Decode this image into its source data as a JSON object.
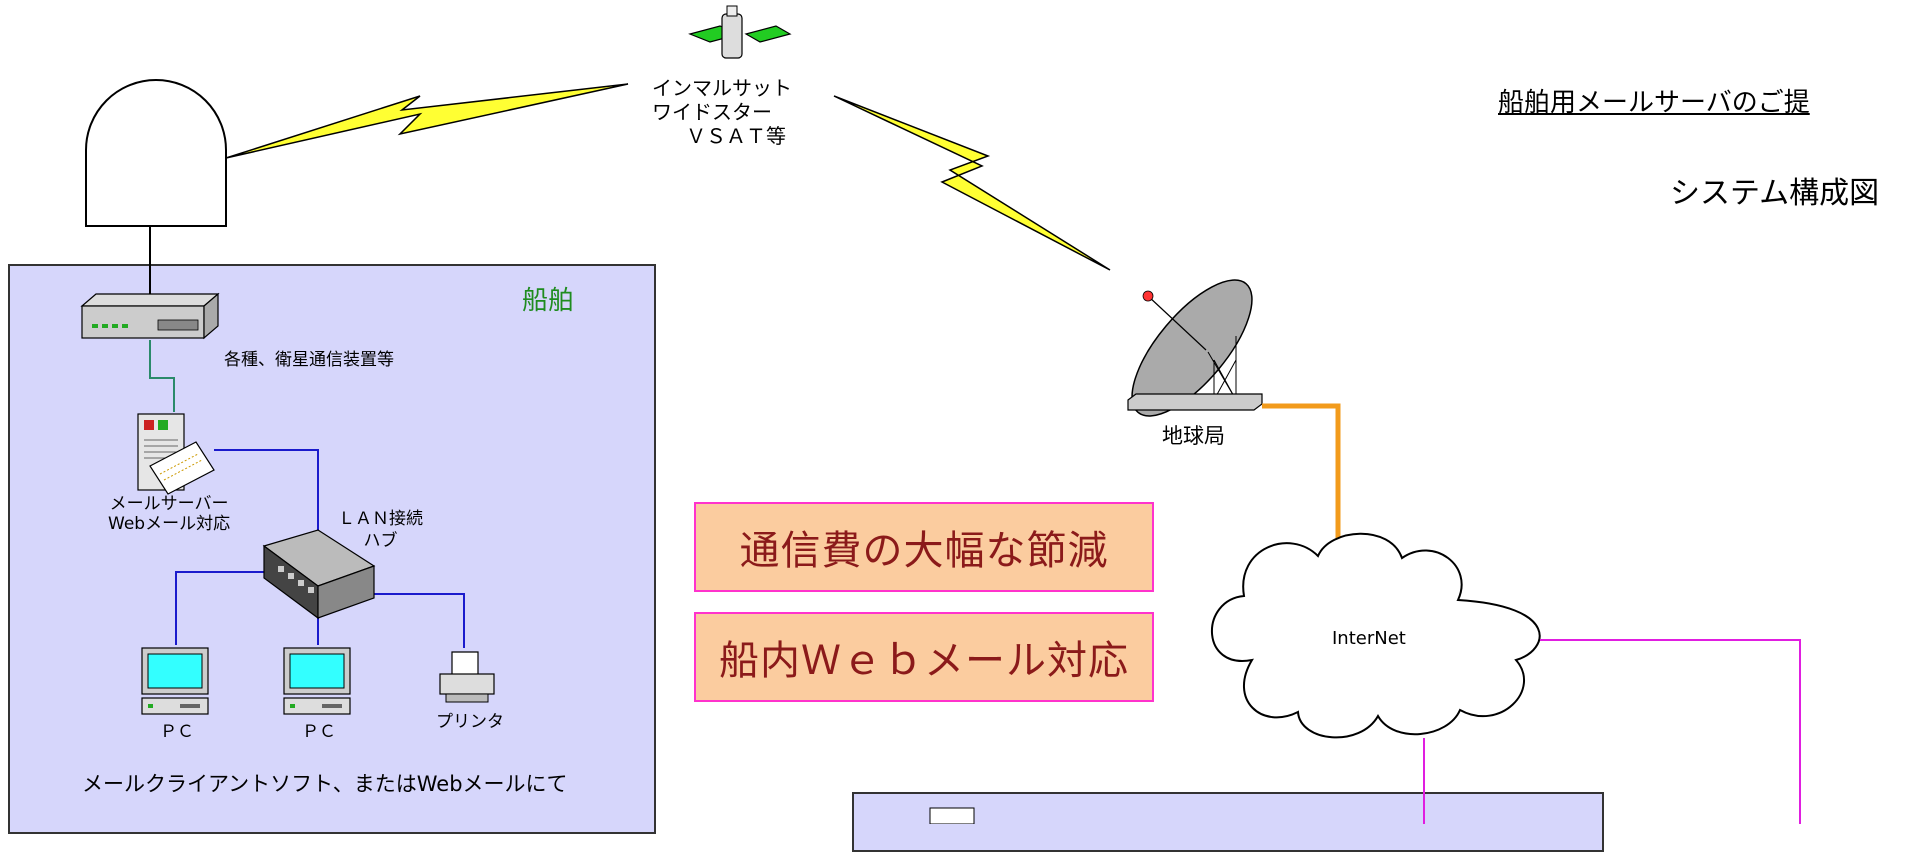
{
  "diagram": {
    "title": "船舶用メールサーバのご提",
    "subtitle": "システム構成図",
    "satellite_label": [
      "インマルサット",
      "ワイドスター",
      "ＶＳＡＴ等"
    ],
    "ship_section_label": "船舶",
    "comm_device_label": "各種、衛星通信装置等",
    "mail_server_label": [
      "メールサーバー",
      "Webメール対応"
    ],
    "hub_label": [
      "ＬＡＮ接続",
      "ハブ"
    ],
    "pc1_label": "ＰＣ",
    "pc2_label": "ＰＣ",
    "printer_label": "プリンタ",
    "ship_footer": "メールクライアントソフト、またはWebメールにて",
    "ground_station_label": "地球局",
    "internet_label": "InterNet",
    "callout_1": "通信費の大幅な節減",
    "callout_2": "船内Ｗｅｂメール対応",
    "colors": {
      "ship_bg": "#d6d6fb",
      "callout_bg": "#fbcc9f",
      "callout_border": "#ff33cc",
      "callout_text": "#8b1a1a",
      "green_label": "#1f8c1f",
      "lan_line": "#1a1acc",
      "internet_link": "#e01ee0",
      "ground_link": "#f29b1c",
      "lightning": "#ffff33"
    }
  }
}
